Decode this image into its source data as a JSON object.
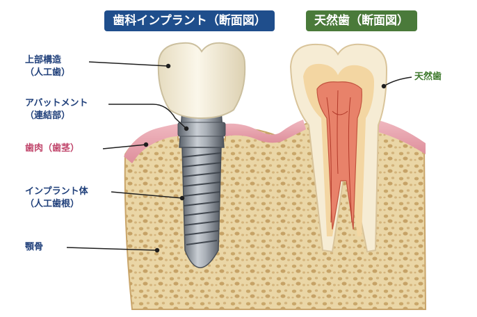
{
  "headers": {
    "implant": "歯科インプラント（断面図）",
    "natural": "天然歯（断面図）"
  },
  "labels": {
    "crown_line1": "上部構造",
    "crown_line2": "（人工歯）",
    "abutment_line1": "アバットメント",
    "abutment_line2": "（連結部）",
    "gum": "歯肉（歯茎）",
    "implant_line1": "インプラント体",
    "implant_line2": "（人工歯根）",
    "jawbone": "顎骨",
    "natural_tooth": "天然歯"
  },
  "colors": {
    "header_implant": "#1f4e8c",
    "header_natural": "#4a7a3a",
    "label_blue": "#1f3f7a",
    "label_pink": "#c0446a",
    "label_green": "#3f7a2e",
    "gum": "#e8a3ad",
    "bone": "#e9d3a3",
    "titanium": "#9aa0a8",
    "crown": "#f4efdc"
  }
}
